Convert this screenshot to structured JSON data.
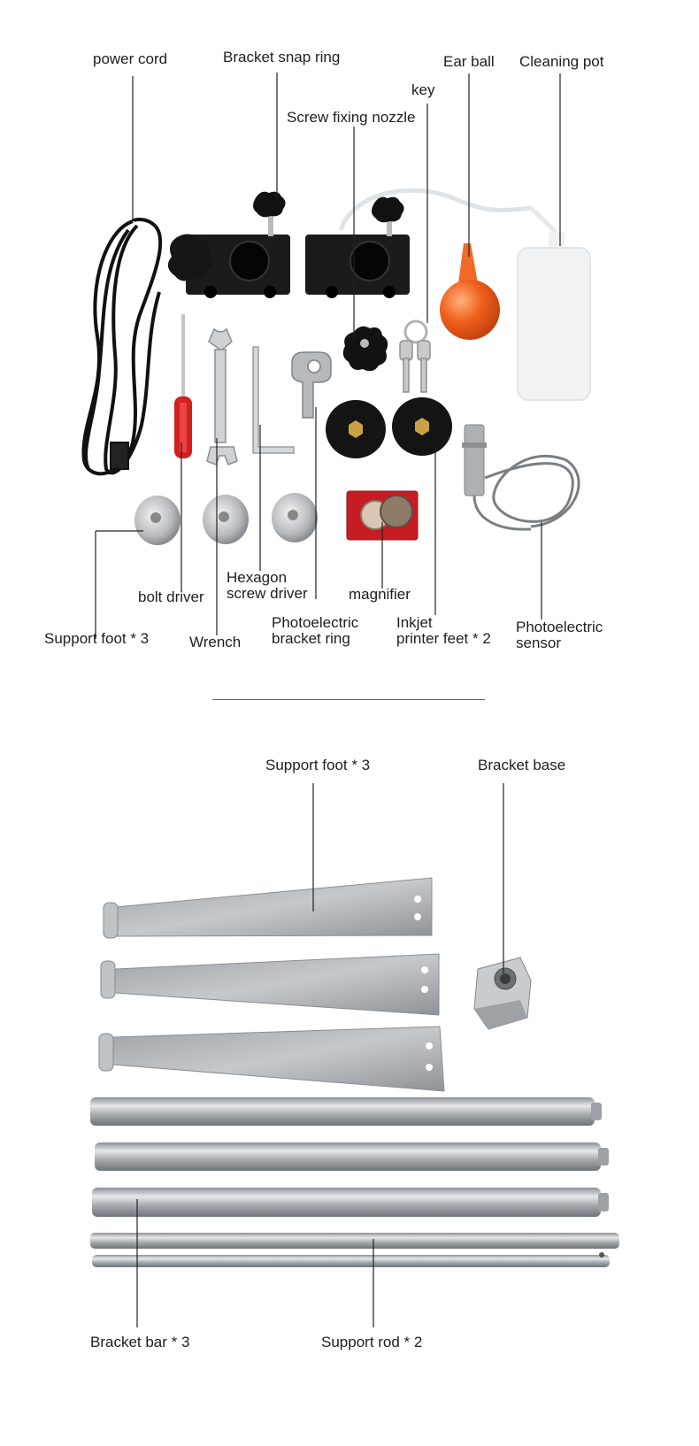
{
  "top_labels": {
    "power_cord": "power cord",
    "bracket_snap_ring": "Bracket snap ring",
    "ear_ball": "Ear ball",
    "cleaning_pot": "Cleaning pot",
    "key": "key",
    "screw_fixing_nozzle": "Screw fixing nozzle",
    "hexagon_line1": "Hexagon",
    "hexagon_line2": "screw driver",
    "bolt_driver": "bolt driver",
    "magnifier": "magnifier",
    "support_foot": "Support foot * 3",
    "wrench": "Wrench",
    "photo_ring_line1": "Photoelectric",
    "photo_ring_line2": "bracket ring",
    "inkjet_line1": "Inkjet",
    "inkjet_line2": "printer feet * 2",
    "photo_sensor_line1": "Photoelectric",
    "photo_sensor_line2": "sensor"
  },
  "bottom_labels": {
    "support_foot": "Support foot * 3",
    "bracket_base": "Bracket base",
    "bracket_bar": "Bracket bar * 3",
    "support_rod": "Support rod * 2"
  },
  "colors": {
    "metal": "#b9bcbf",
    "black_part": "#141414",
    "orange_bulb": "#ef5a1e",
    "red_handle": "#d21f1f",
    "leader_line": "#222222"
  }
}
